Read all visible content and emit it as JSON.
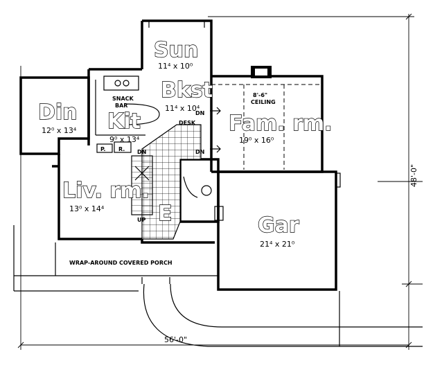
{
  "rooms": {
    "sun": {
      "name": "Sun",
      "size": "11⁴ x 10⁰"
    },
    "bkst": {
      "name": "Bkst",
      "size": "11⁴ x 10⁴"
    },
    "din": {
      "name": "Din",
      "size": "12⁰ x 13⁴"
    },
    "kit": {
      "name": "Kit",
      "size": "9⁰ x 13⁴"
    },
    "fam": {
      "name": "Fam. rm.",
      "size": "19⁰ x 16⁰"
    },
    "liv": {
      "name": "Liv. rm.",
      "size": "13⁰ x 14⁴"
    },
    "entry": {
      "name": "E"
    },
    "gar": {
      "name": "Gar",
      "size": "21⁴ x 21⁰"
    }
  },
  "labels": {
    "snack_bar_1": "SNACK",
    "snack_bar_2": "BAR",
    "ceiling_1": "8'-6\"",
    "ceiling_2": "CEILING",
    "desk": "DESK",
    "dn_1": "DN",
    "dn_2": "DN",
    "dn_3": "DN",
    "up": "UP",
    "pantry": "P.",
    "refrigerator": "R.",
    "porch": "WRAP-AROUND COVERED PORCH"
  },
  "dimensions": {
    "width": "56'-0\"",
    "depth": "48'-0\""
  }
}
